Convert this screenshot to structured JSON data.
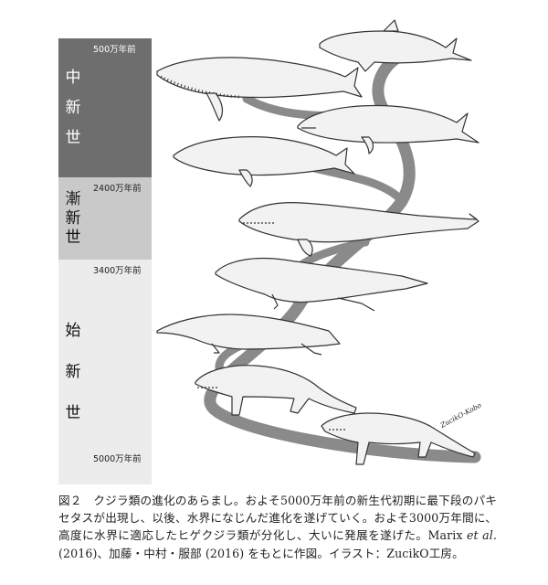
{
  "eras": [
    {
      "label": "中\n新\n世",
      "chars": [
        "中",
        "新",
        "世"
      ],
      "color": "#6e6e6e",
      "text_color": "#ffffff"
    },
    {
      "label": "漸新世",
      "chars": [
        "漸",
        "新",
        "世"
      ],
      "color": "#c9c9c9",
      "text_color": "#111111"
    },
    {
      "label": "始\n新\n世",
      "chars": [
        "始",
        "新",
        "世"
      ],
      "color": "#ececec",
      "text_color": "#111111"
    }
  ],
  "time_marks": [
    "500万年前",
    "2400万年前",
    "3400万年前",
    "5000万年前"
  ],
  "credit": "ZucikO-Kobo",
  "caption": {
    "part1": "図２　クジラ類の進化のあらまし。およそ5000万年前の新生代初期に最下段のパキセタスが出現し、以後、水界になじんだ進化を遂げていく。およそ3000万年間に、高度に水界に適応したヒゲクジラ類が分化し、大いに発展を遂げた。Marix ",
    "italic": "et al.",
    "part2": " (2016)、加藤・中村・服部 (2016) をもとに作図。イラスト：ZucikO工房。"
  },
  "colors": {
    "band_dark": "#6e6e6e",
    "band_mid": "#c9c9c9",
    "band_light": "#ececec",
    "branch": "#8a8a8a",
    "animal_fill": "#f2f2f2",
    "animal_stroke": "#333333"
  },
  "icons": [
    "humpback-whale-icon",
    "dolphin-icon",
    "beaked-whale-icon",
    "minke-whale-icon",
    "basilosaurid-icon",
    "protocetid-icon",
    "ambulocetus-icon",
    "pakicetid-icon",
    "pakicetus-icon"
  ]
}
